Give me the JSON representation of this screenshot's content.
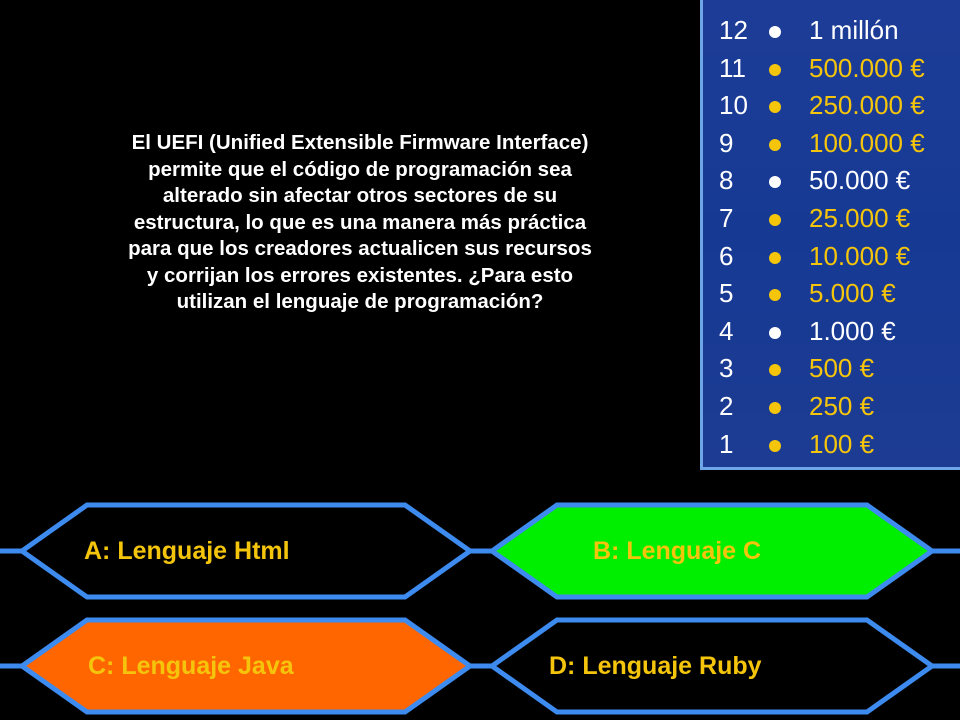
{
  "question": {
    "lines": [
      "El UEFI (Unified Extensible Firmware Interface)",
      "permite que el código de programación sea",
      "alterado sin afectar otros sectores de su",
      "estructura, lo que es una manera más práctica",
      "para que los creadores actualicen sus recursos",
      "y corrijan los errores existentes. ¿Para esto",
      "utilizan el lenguaje de programación?"
    ]
  },
  "ladder": {
    "rungs": [
      {
        "level": "12",
        "amount": "1 millón",
        "milestone": true
      },
      {
        "level": "11",
        "amount": "500.000 €",
        "milestone": false
      },
      {
        "level": "10",
        "amount": "250.000 €",
        "milestone": false
      },
      {
        "level": "9",
        "amount": "100.000 €",
        "milestone": false
      },
      {
        "level": "8",
        "amount": "50.000 €",
        "milestone": true
      },
      {
        "level": "7",
        "amount": "25.000 €",
        "milestone": false
      },
      {
        "level": "6",
        "amount": "10.000 €",
        "milestone": false
      },
      {
        "level": "5",
        "amount": "5.000 €",
        "milestone": false
      },
      {
        "level": "4",
        "amount": "1.000 €",
        "milestone": true
      },
      {
        "level": "3",
        "amount": "500 €",
        "milestone": false
      },
      {
        "level": "2",
        "amount": "250 €",
        "milestone": false
      },
      {
        "level": "1",
        "amount": "100 €",
        "milestone": false
      }
    ]
  },
  "answers": {
    "a": {
      "label": "A:  Lenguaje Html",
      "fill": "#000000",
      "text_color": "#f5c50c"
    },
    "b": {
      "label": "B:  Lenguaje C",
      "fill": "#00ee00",
      "text_color": "#f5c50c"
    },
    "c": {
      "label": "C:  Lenguaje Java",
      "fill": "#ff6600",
      "text_color": "#f5c50c"
    },
    "d": {
      "label": "D:  Lenguaje Ruby",
      "fill": "#000000",
      "text_color": "#f5c50c"
    }
  },
  "colors": {
    "background": "#000000",
    "ladder_background": "#1b3b96",
    "ladder_border": "#6fa6e8",
    "answer_border": "#3d8bef",
    "milestone_text": "#ffffff",
    "regular_amount": "#f5c50c"
  }
}
